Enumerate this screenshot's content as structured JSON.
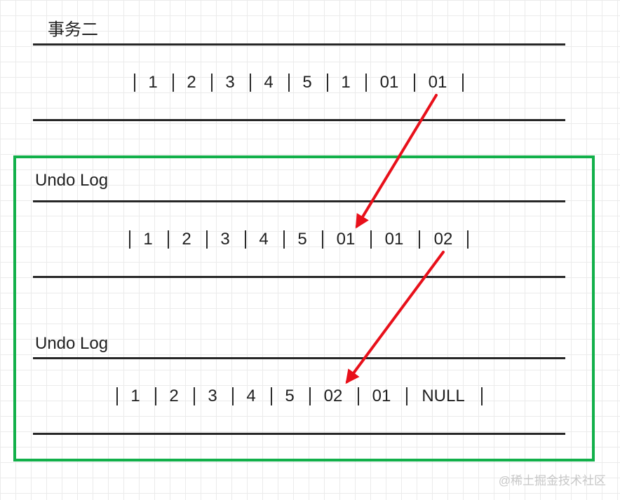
{
  "transaction_title": "事务二",
  "sections": [
    {
      "title": "",
      "cells": [
        "1",
        "2",
        "3",
        "4",
        "5",
        "1",
        "01",
        "01"
      ]
    },
    {
      "title": "Undo Log",
      "cells": [
        "1",
        "2",
        "3",
        "4",
        "5",
        "01",
        "01",
        "02"
      ]
    },
    {
      "title": "Undo Log",
      "cells": [
        "1",
        "2",
        "3",
        "4",
        "5",
        "02",
        "01",
        "NULL"
      ]
    }
  ],
  "watermark": "@稀土掘金技术社区",
  "colors": {
    "box_border": "#12b04a",
    "arrow": "#e8101a",
    "line": "#262626"
  }
}
